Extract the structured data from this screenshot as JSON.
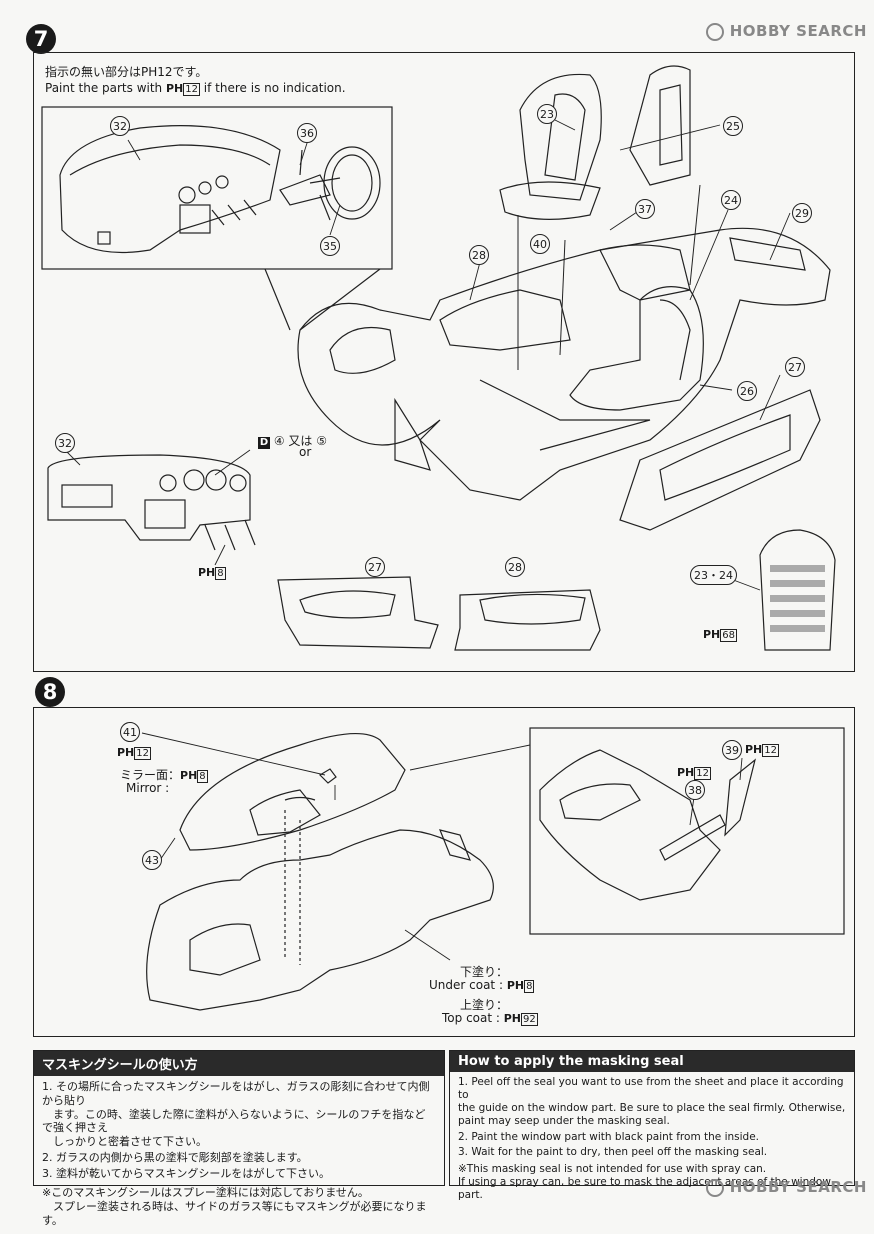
{
  "watermark": {
    "brand": "HOBBY SEARCH"
  },
  "step7": {
    "number": "7",
    "note_jp": "指示の無い部分はPH12です。",
    "note_en_prefix": "Paint the parts with ",
    "note_en_code": "12",
    "note_en_suffix": " if there is no indication.",
    "parts": [
      "32",
      "36",
      "35",
      "23",
      "25",
      "37",
      "40",
      "24",
      "28",
      "29",
      "26",
      "27",
      "32",
      "27",
      "28",
      "23・24"
    ],
    "paint_d_option": {
      "letter": "D",
      "a": "④",
      "or_jp": "又は",
      "b": "⑤",
      "or_en": "or"
    },
    "paint_pedals": "8",
    "paint_seat": "68"
  },
  "step8": {
    "number": "8",
    "part_41": "41",
    "part_43": "43",
    "part_39": "39",
    "part_38": "38",
    "paint_41": "12",
    "mirror_jp": "ミラー面：",
    "mirror_en": "Mirror :",
    "mirror_code": "8",
    "paint_39": "12",
    "paint_38": "12",
    "undercoat_jp": "下塗り：",
    "undercoat_en": "Under coat :",
    "undercoat_code": "8",
    "topcoat_jp": "上塗り：",
    "topcoat_en": "Top coat :",
    "topcoat_code": "92"
  },
  "instructions_jp": {
    "title": "マスキングシールの使い方",
    "items": [
      "1. その場所に合ったマスキングシールをはがし、ガラスの彫刻に合わせて内側から貼り",
      "　ます。この時、塗装した際に塗料が入らないように、シールのフチを指などで強く押さえ",
      "　しっかりと密着させて下さい。",
      "2. ガラスの内側から黒の塗料で彫刻部を塗装します。",
      "3. 塗料が乾いてからマスキングシールをはがして下さい。"
    ],
    "note1": "※このマスキングシールはスプレー塗料には対応しておりません。",
    "note2": "　スプレー塗装される時は、サイドのガラス等にもマスキングが必要になります。"
  },
  "instructions_en": {
    "title": "How to apply the masking seal",
    "items": [
      "1. Peel off the seal you want to use from the sheet and place it according to",
      "    the guide on the window part. Be sure to place the seal firmly. Otherwise,",
      "    paint may seep under the masking seal.",
      "2. Paint the window part with black paint from the inside.",
      "3. Wait for the paint to dry, then peel off the masking seal."
    ],
    "note1": "※This masking seal is not intended for use with spray can.",
    "note2": "   If using a spray can, be sure to mask the adjacent areas of the window part."
  }
}
